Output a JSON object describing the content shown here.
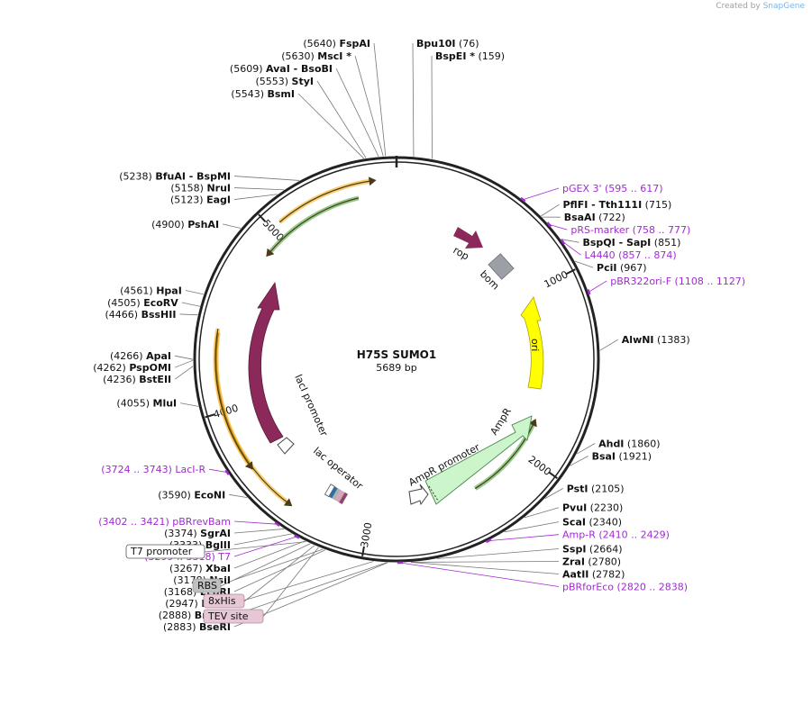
{
  "credit": {
    "prefix": "Created by",
    "brand": "SnapGene"
  },
  "plasmid": {
    "name": "H75S SUMO1",
    "length_label": "5689 bp",
    "length": 5689
  },
  "ticks": [
    "1000",
    "2000",
    "3000",
    "4000",
    "5000"
  ],
  "sites": [
    {
      "name": "Bpu10I",
      "pos": "(76)",
      "bp": 76,
      "side": "right"
    },
    {
      "name": "BspEI *",
      "pos": "(159)",
      "bp": 159,
      "side": "right"
    },
    {
      "name": "PflFI - Tth111I",
      "pos": "(715)",
      "bp": 715,
      "side": "right"
    },
    {
      "name": "BsaAI",
      "pos": "(722)",
      "bp": 722,
      "side": "right"
    },
    {
      "name": "BspQI - SapI",
      "pos": "(851)",
      "bp": 851,
      "side": "right"
    },
    {
      "name": "PciI",
      "pos": "(967)",
      "bp": 967,
      "side": "right"
    },
    {
      "name": "AlwNI",
      "pos": "(1383)",
      "bp": 1383,
      "side": "right"
    },
    {
      "name": "AhdI",
      "pos": "(1860)",
      "bp": 1860,
      "side": "right"
    },
    {
      "name": "BsaI",
      "pos": "(1921)",
      "bp": 1921,
      "side": "right"
    },
    {
      "name": "PstI",
      "pos": "(2105)",
      "bp": 2105,
      "side": "right"
    },
    {
      "name": "PvuI",
      "pos": "(2230)",
      "bp": 2230,
      "side": "right"
    },
    {
      "name": "ScaI",
      "pos": "(2340)",
      "bp": 2340,
      "side": "right"
    },
    {
      "name": "SspI",
      "pos": "(2664)",
      "bp": 2664,
      "side": "right"
    },
    {
      "name": "ZraI",
      "pos": "(2780)",
      "bp": 2780,
      "side": "right"
    },
    {
      "name": "AatII",
      "pos": "(2782)",
      "bp": 2782,
      "side": "right"
    },
    {
      "name": "BseRI",
      "pos": "(2883)",
      "bp": 2883,
      "side": "left"
    },
    {
      "name": "BmgBI",
      "pos": "(2888)",
      "bp": 2888,
      "side": "left"
    },
    {
      "name": "BstBI",
      "pos": "(2947)",
      "bp": 2947,
      "side": "left"
    },
    {
      "name": "EcoRI",
      "pos": "(3168)",
      "bp": 3168,
      "side": "left"
    },
    {
      "name": "NsiI",
      "pos": "(3178)",
      "bp": 3178,
      "side": "left"
    },
    {
      "name": "XbaI",
      "pos": "(3267)",
      "bp": 3267,
      "side": "left"
    },
    {
      "name": "BglII",
      "pos": "(3333)",
      "bp": 3333,
      "side": "left"
    },
    {
      "name": "SgrAI",
      "pos": "(3374)",
      "bp": 3374,
      "side": "left"
    },
    {
      "name": "EcoNI",
      "pos": "(3590)",
      "bp": 3590,
      "side": "left"
    },
    {
      "name": "MluI",
      "pos": "(4055)",
      "bp": 4055,
      "side": "left"
    },
    {
      "name": "BstEII",
      "pos": "(4236)",
      "bp": 4236,
      "side": "left"
    },
    {
      "name": "PspOMI",
      "pos": "(4262)",
      "bp": 4262,
      "side": "left"
    },
    {
      "name": "ApaI",
      "pos": "(4266)",
      "bp": 4266,
      "side": "left"
    },
    {
      "name": "BssHII",
      "pos": "(4466)",
      "bp": 4466,
      "side": "left"
    },
    {
      "name": "EcoRV",
      "pos": "(4505)",
      "bp": 4505,
      "side": "left"
    },
    {
      "name": "HpaI",
      "pos": "(4561)",
      "bp": 4561,
      "side": "left"
    },
    {
      "name": "PshAI",
      "pos": "(4900)",
      "bp": 4900,
      "side": "left"
    },
    {
      "name": "EagI",
      "pos": "(5123)",
      "bp": 5123,
      "side": "left"
    },
    {
      "name": "NruI",
      "pos": "(5158)",
      "bp": 5158,
      "side": "left"
    },
    {
      "name": "BfuAI - BspMI",
      "pos": "(5238)",
      "bp": 5238,
      "side": "left"
    },
    {
      "name": "BsmI",
      "pos": "(5543)",
      "bp": 5543,
      "side": "left"
    },
    {
      "name": "StyI",
      "pos": "(5553)",
      "bp": 5553,
      "side": "left"
    },
    {
      "name": "AvaI - BsoBI",
      "pos": "(5609)",
      "bp": 5609,
      "side": "left"
    },
    {
      "name": "MscI *",
      "pos": "(5630)",
      "bp": 5630,
      "side": "left"
    },
    {
      "name": "FspAI",
      "pos": "(5640)",
      "bp": 5640,
      "side": "left"
    }
  ],
  "primers": [
    {
      "name": "pGEX 3'",
      "range": "(595 .. 617)",
      "bp": 606,
      "side": "right"
    },
    {
      "name": "pRS-marker",
      "range": "(758 .. 777)",
      "bp": 767,
      "side": "right"
    },
    {
      "name": "L4440",
      "range": "(857 .. 874)",
      "bp": 865,
      "side": "right"
    },
    {
      "name": "pBR322ori-F",
      "range": "(1108 .. 1127)",
      "bp": 1117,
      "side": "right"
    },
    {
      "name": "Amp-R",
      "range": "(2410 .. 2429)",
      "bp": 2420,
      "side": "right"
    },
    {
      "name": "pBRforEco",
      "range": "(2820 .. 2838)",
      "bp": 2829,
      "side": "right"
    },
    {
      "name": "T7",
      "range": "(3299 .. 3318)",
      "bp": 3308,
      "side": "left"
    },
    {
      "name": "pBRrevBam",
      "range": "(3402 .. 3421)",
      "bp": 3411,
      "side": "left"
    },
    {
      "name": "LacI-R",
      "range": "(3724 .. 3743)",
      "bp": 3733,
      "side": "left"
    }
  ],
  "boxed_features": [
    {
      "name": "T7 promoter",
      "bg": "#ffffff",
      "border": "#555555"
    },
    {
      "name": "RBS",
      "bg": "#c0c0c0",
      "border": "#999999"
    },
    {
      "name": "8xHis",
      "bg": "#e7c6d6",
      "border": "#b08ca0"
    },
    {
      "name": "TEV site",
      "bg": "#e7c6d6",
      "border": "#b08ca0"
    }
  ],
  "features": {
    "rop": "rop",
    "bom": "bom",
    "ori": "ori",
    "ampr": "AmpR",
    "ampr_promoter": "AmpR promoter",
    "laci": "lacI",
    "laci_promoter": "lacI promoter",
    "lac_operator": "lac operator"
  },
  "colors": {
    "rop": "#8b2a5a",
    "bom": "#9aa0a6",
    "ori": "#ffff00",
    "ampr": "#ccf5cc",
    "laci": "#8b2a5a",
    "orf_orange": "#f2a800",
    "orf_green": "#3ca02c",
    "primer": "#a02bd0"
  }
}
